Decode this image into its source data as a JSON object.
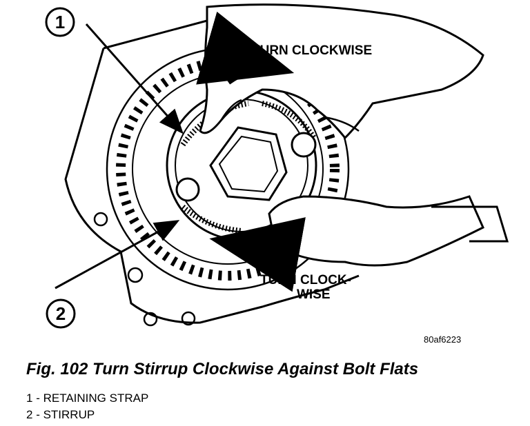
{
  "figure": {
    "callouts": {
      "one": "1",
      "two": "2"
    },
    "annotations": {
      "turn_top": "TURN CLOCKWISE",
      "turn_bottom_line1": "TURN CLOCK-",
      "turn_bottom_line2": "WISE"
    },
    "image_code": "80af6223"
  },
  "caption": "Fig. 102 Turn Stirrup Clockwise Against Bolt Flats",
  "legend": [
    {
      "num": "1",
      "sep": " - ",
      "label": "RETAINING STRAP"
    },
    {
      "num": "2",
      "sep": " - ",
      "label": "STIRRUP"
    }
  ]
}
